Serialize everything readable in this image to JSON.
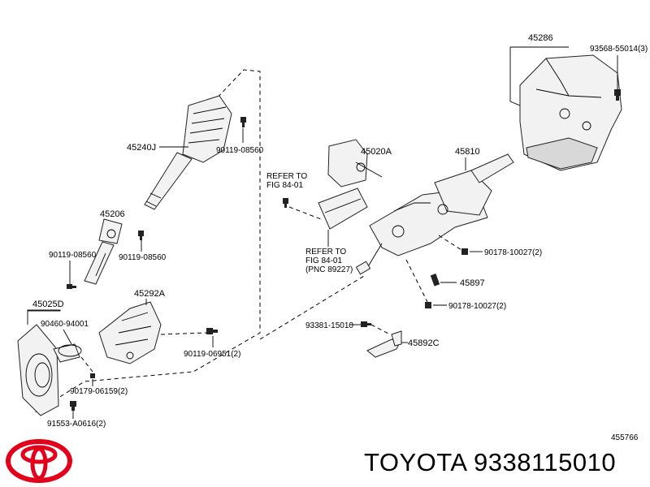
{
  "labels": {
    "p45286": "45286",
    "p93568": "93568-55014(3)",
    "p45240j": "45240J",
    "p90119a": "90119-08560",
    "p45020a": "45020A",
    "p45810": "45810",
    "refer1_a": "REFER TO",
    "refer1_b": "FIG 84-01",
    "p45206": "45206",
    "p90119b": "90119-08560",
    "p90119c": "90119-08560",
    "refer2_a": "REFER TO",
    "refer2_b": "FIG 84-01",
    "refer2_c": "(PNC 89227)",
    "p90178a": "90178-10027(2)",
    "p45897": "45897",
    "p45025d": "45025D",
    "p45292a": "45292A",
    "p90460": "90460-94001",
    "p90178b": "90178-10027(2)",
    "p93381": "93381-15010",
    "p45892c": "45892C",
    "p90119d": "90119-06951(2)",
    "p90179": "90179-06159(2)",
    "p91553": "91553-A0616(2)",
    "diagram_id": "455766"
  },
  "brand_line": "TOYOTA 9338115010",
  "colors": {
    "ink": "#000000",
    "logo": "#e3001b"
  },
  "icons": [
    "toyota-logo-icon",
    "bolt-icon"
  ]
}
